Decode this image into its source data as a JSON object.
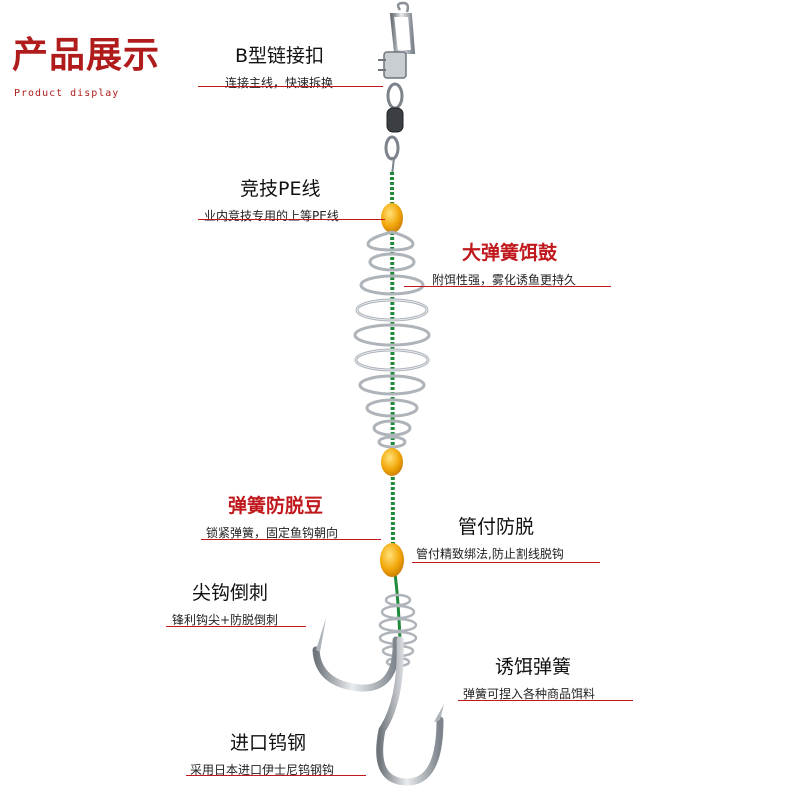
{
  "header": {
    "title": "产品展示",
    "subtitle": "Product display"
  },
  "callouts": [
    {
      "id": "b-clip",
      "title": "B型链接扣",
      "desc": "连接主线，快速拆换",
      "title_color": "#111111"
    },
    {
      "id": "pe-line",
      "title": "竞技PE线",
      "desc": "业内竞技专用的上等PE线",
      "title_color": "#111111"
    },
    {
      "id": "bait-spring",
      "title": "大弹簧饵鼓",
      "desc": "附饵性强，雾化诱鱼更持久",
      "title_color": "#c0181c"
    },
    {
      "id": "stopper-bead",
      "title": "弹簧防脱豆",
      "desc": "锁紧弹簧，固定鱼钩朝向",
      "title_color": "#c0181c"
    },
    {
      "id": "tube-fix",
      "title": "管付防脱",
      "desc": "管付精致绑法,防止割线脱钩",
      "title_color": "#111111"
    },
    {
      "id": "barb",
      "title": "尖钩倒刺",
      "desc": "锋利钩尖+防脱倒刺",
      "title_color": "#111111"
    },
    {
      "id": "lure-spring",
      "title": "诱饵弹簧",
      "desc": "弹簧可捏入各种商品饵料",
      "title_color": "#111111"
    },
    {
      "id": "tungsten-steel",
      "title": "进口钨钢",
      "desc": "采用日本进口伊士尼钨钢钩",
      "title_color": "#111111"
    }
  ],
  "colors": {
    "accent": "#c0181c",
    "line_green": "#1f8a3a",
    "bead_orange": "#f0a20a",
    "steel": "#9aa0a6"
  }
}
